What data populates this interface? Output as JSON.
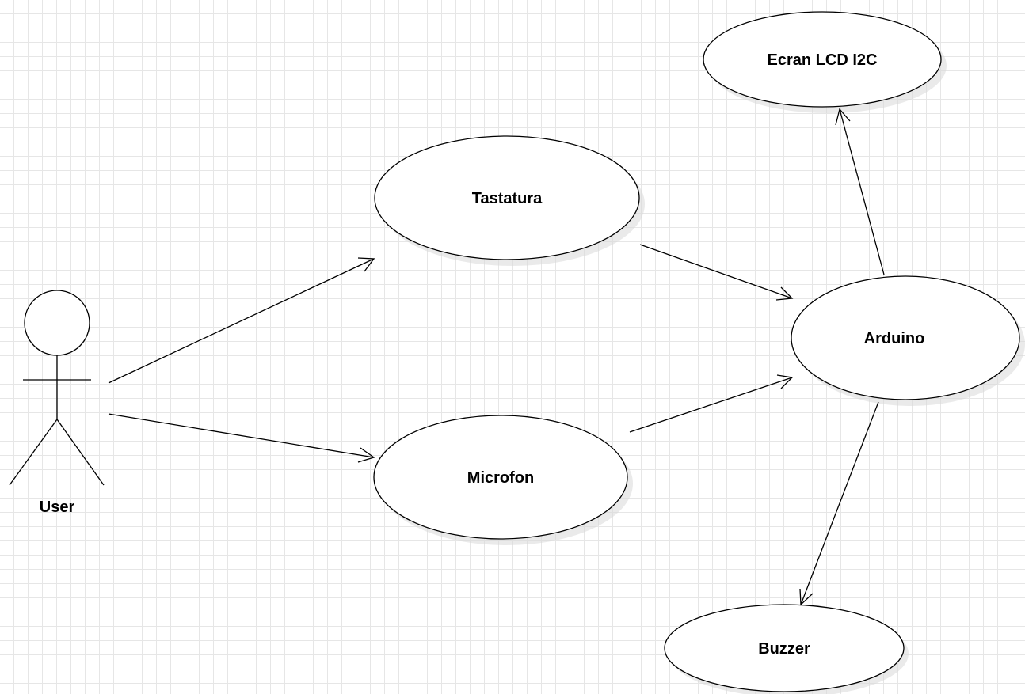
{
  "actor": {
    "label": "User",
    "icon": "stick-figure-icon"
  },
  "use_cases": {
    "ecran": "Ecran LCD I2C",
    "tastatura": "Tastatura",
    "arduino": "Arduino",
    "microfon": "Microfon",
    "buzzer": "Buzzer"
  },
  "edges": [
    {
      "from": "User",
      "to": "Tastatura"
    },
    {
      "from": "User",
      "to": "Microfon"
    },
    {
      "from": "Tastatura",
      "to": "Arduino"
    },
    {
      "from": "Microfon",
      "to": "Arduino"
    },
    {
      "from": "Arduino",
      "to": "Ecran LCD I2C"
    },
    {
      "from": "Arduino",
      "to": "Buzzer"
    }
  ],
  "colors": {
    "stroke": "#000000",
    "fill": "#ffffff",
    "grid": "#e6e6e6"
  }
}
